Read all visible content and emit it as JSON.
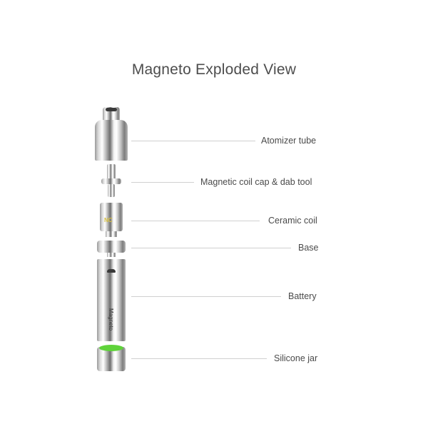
{
  "title": "Magneto Exploded View",
  "parts": [
    {
      "label": "Atomizer tube"
    },
    {
      "label": "Magnetic coil cap & dab tool"
    },
    {
      "label": "Ceramic coil"
    },
    {
      "label": "Base"
    },
    {
      "label": "Battery"
    },
    {
      "label": "Silicone jar"
    }
  ],
  "device": {
    "battery_text": "Magneto",
    "coil_marking": "NC",
    "jar_color": "#5fd33a"
  },
  "colors": {
    "leader_line": "#d0d0d0",
    "label_text": "#4a4a4a",
    "title_text": "#4d4d4d"
  }
}
